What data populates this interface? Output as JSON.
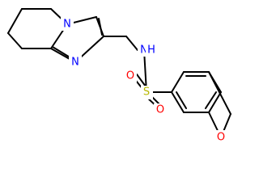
{
  "molecule": {
    "atom_labels": {
      "n_ring_bridgehead": "N",
      "n_ring_imine": "N",
      "nh": "N",
      "h": "H",
      "s": "S",
      "o_upper": "O",
      "o_lower": "O",
      "o_ring": "O"
    },
    "colors": {
      "bond": "#000000",
      "N": "#0000ff",
      "S": "#b8b800",
      "O": "#ff0000",
      "background": "#ffffff"
    }
  }
}
